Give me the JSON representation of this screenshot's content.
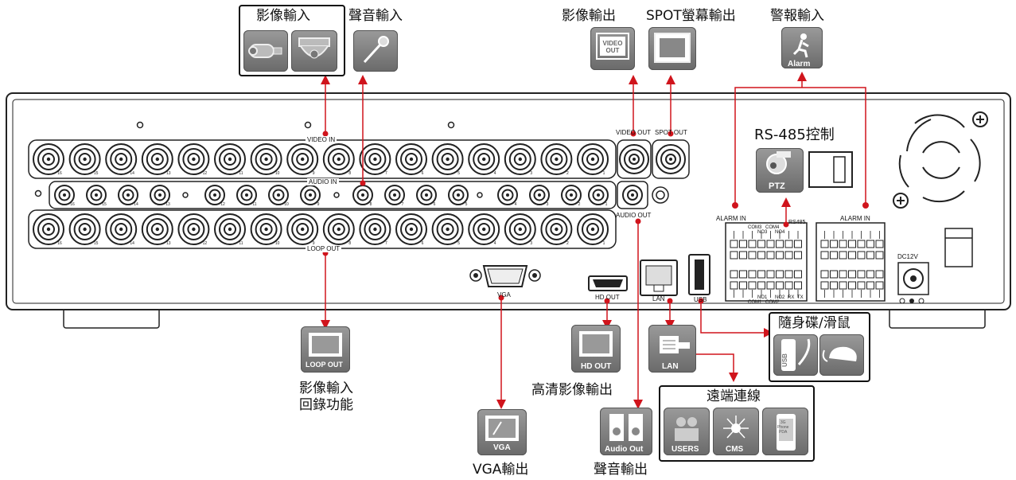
{
  "captions": {
    "video_input": "影像輸入",
    "audio_input": "聲音輸入",
    "video_output": "影像輸出",
    "spot_output": "SPOT螢幕輸出",
    "alarm_input": "警報輸入",
    "rs485_control": "RS-485控制",
    "usb_disk_mouse": "隨身碟/滑鼠",
    "remote_connection": "遠端連線",
    "loop_out_caption": "影像輸入\n回錄功能",
    "hd_caption": "高清影像輸出",
    "vga_caption": "VGA輸出",
    "audio_out_caption": "聲音輸出"
  },
  "panel_labels": {
    "video_in": "VIDEO IN",
    "audio_in": "AUDIO IN",
    "loop_out": "LOOP OUT",
    "video_out": "VIDEO OUT",
    "spot_out": "SPOT OUT",
    "audio_out": "AUDIO OUT",
    "vga": "VGA",
    "hd_out": "HD OUT",
    "lan": "LAN",
    "usb": "USB",
    "alarm_in_left": "ALARM IN",
    "alarm_in_right": "ALARM IN",
    "rs485": "RS485",
    "dc12v": "DC12V",
    "com3": "COM3",
    "com4": "COM4",
    "no3": "NO3",
    "no4": "NO4",
    "com1": "COM1",
    "com2": "COM2",
    "no1": "NO1",
    "no2": "NO2",
    "rx": "RX",
    "tx": "TX"
  },
  "bnc_numbers": [
    "16",
    "15",
    "14",
    "13",
    "12",
    "11",
    "10",
    "9",
    "8",
    "7",
    "6",
    "5",
    "4",
    "3",
    "2",
    "1"
  ],
  "audio_numbers": [
    "16",
    "15",
    "14",
    "13",
    "12",
    "11",
    "10",
    "9",
    "8",
    "7",
    "6",
    "5",
    "4",
    "3",
    "2",
    "1"
  ],
  "icon_labels": {
    "video_out_icon": "VIDEO\nOUT",
    "ptz": "PTZ",
    "alarm": "Alarm",
    "loop_out_icon": "LOOP OUT",
    "hd_out_icon": "HD OUT",
    "lan_icon": "LAN",
    "usb_icon": "USB",
    "vga_icon": "VGA",
    "audio_out_icon": "Audio Out",
    "users": "USERS",
    "cms": "CMS",
    "phone": "3G\nPhone\nPDA"
  },
  "colors": {
    "arrow": "#d0141c",
    "panel_line": "#222222",
    "icon_gray": "#8a8a8a"
  }
}
